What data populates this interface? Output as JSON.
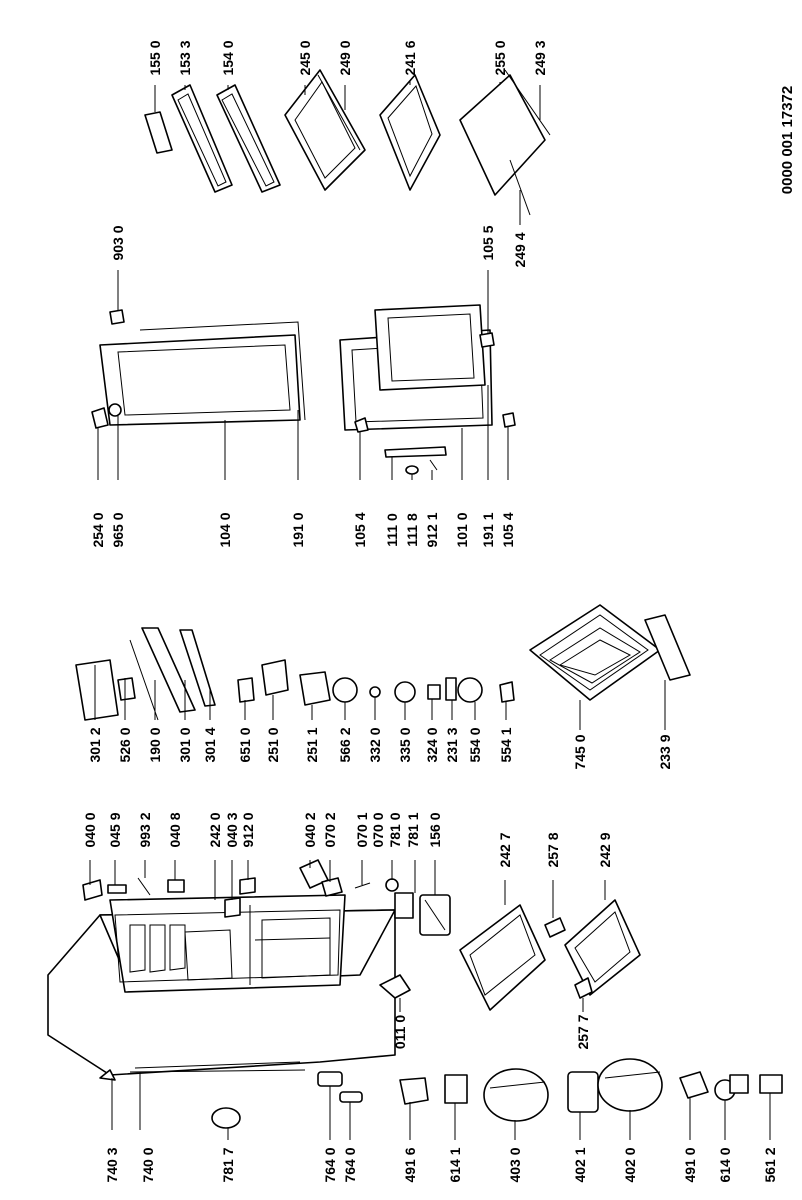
{
  "document_number": "0000 001 17372",
  "labels": {
    "p7403": "740 3",
    "p7400": "740 0",
    "p7817": "781 7",
    "p7640a": "764 0",
    "p7640b": "764 0",
    "p4916": "491 6",
    "p6141": "614 1",
    "p4030": "403 0",
    "p4021": "402 1",
    "p4020": "402 0",
    "p4910": "491 0",
    "p6140": "614 0",
    "p5612": "561 2",
    "p0110": "011 0",
    "p2577": "257 7",
    "p0400": "040 0",
    "p0459": "045 9",
    "p9932": "993 2",
    "p0408": "040 8",
    "p2420": "242 0",
    "p0403": "040 3",
    "p9120a": "912 0",
    "p0402": "040 2",
    "p0702": "070 2",
    "p0701": "070 1",
    "p0700": "070 0",
    "p7810": "781 0",
    "p7811": "781 1",
    "p1560": "156 0",
    "p2427": "242 7",
    "p2578": "257 8",
    "p2429": "242 9",
    "p3012": "301 2",
    "p5260": "526 0",
    "p1900": "190 0",
    "p3010": "301 0",
    "p3014": "301 4",
    "p6510": "651 0",
    "p2510": "251 0",
    "p2511": "251 1",
    "p5662": "566 2",
    "p3320": "332 0",
    "p3350": "335 0",
    "p3240": "324 0",
    "p2313": "231 3",
    "p5540": "554 0",
    "p5541": "554 1",
    "p7450": "745 0",
    "p2339": "233 9",
    "p2540": "254 0",
    "p9650": "965 0",
    "p1040": "104 0",
    "p1910": "191 0",
    "p1054a": "105 4",
    "p1110": "111 0",
    "p1118": "111 8",
    "p9121": "912 1",
    "p1010": "101 0",
    "p1911": "191 1",
    "p1054b": "105 4",
    "p9030": "903 0",
    "p1055": "105 5",
    "p1550": "155 0",
    "p1533": "153 3",
    "p1540": "154 0",
    "p2450": "245 0",
    "p2490": "249 0",
    "p2416": "241 6",
    "p2550": "255 0",
    "p2493": "249 3",
    "p2494": "249 4"
  }
}
